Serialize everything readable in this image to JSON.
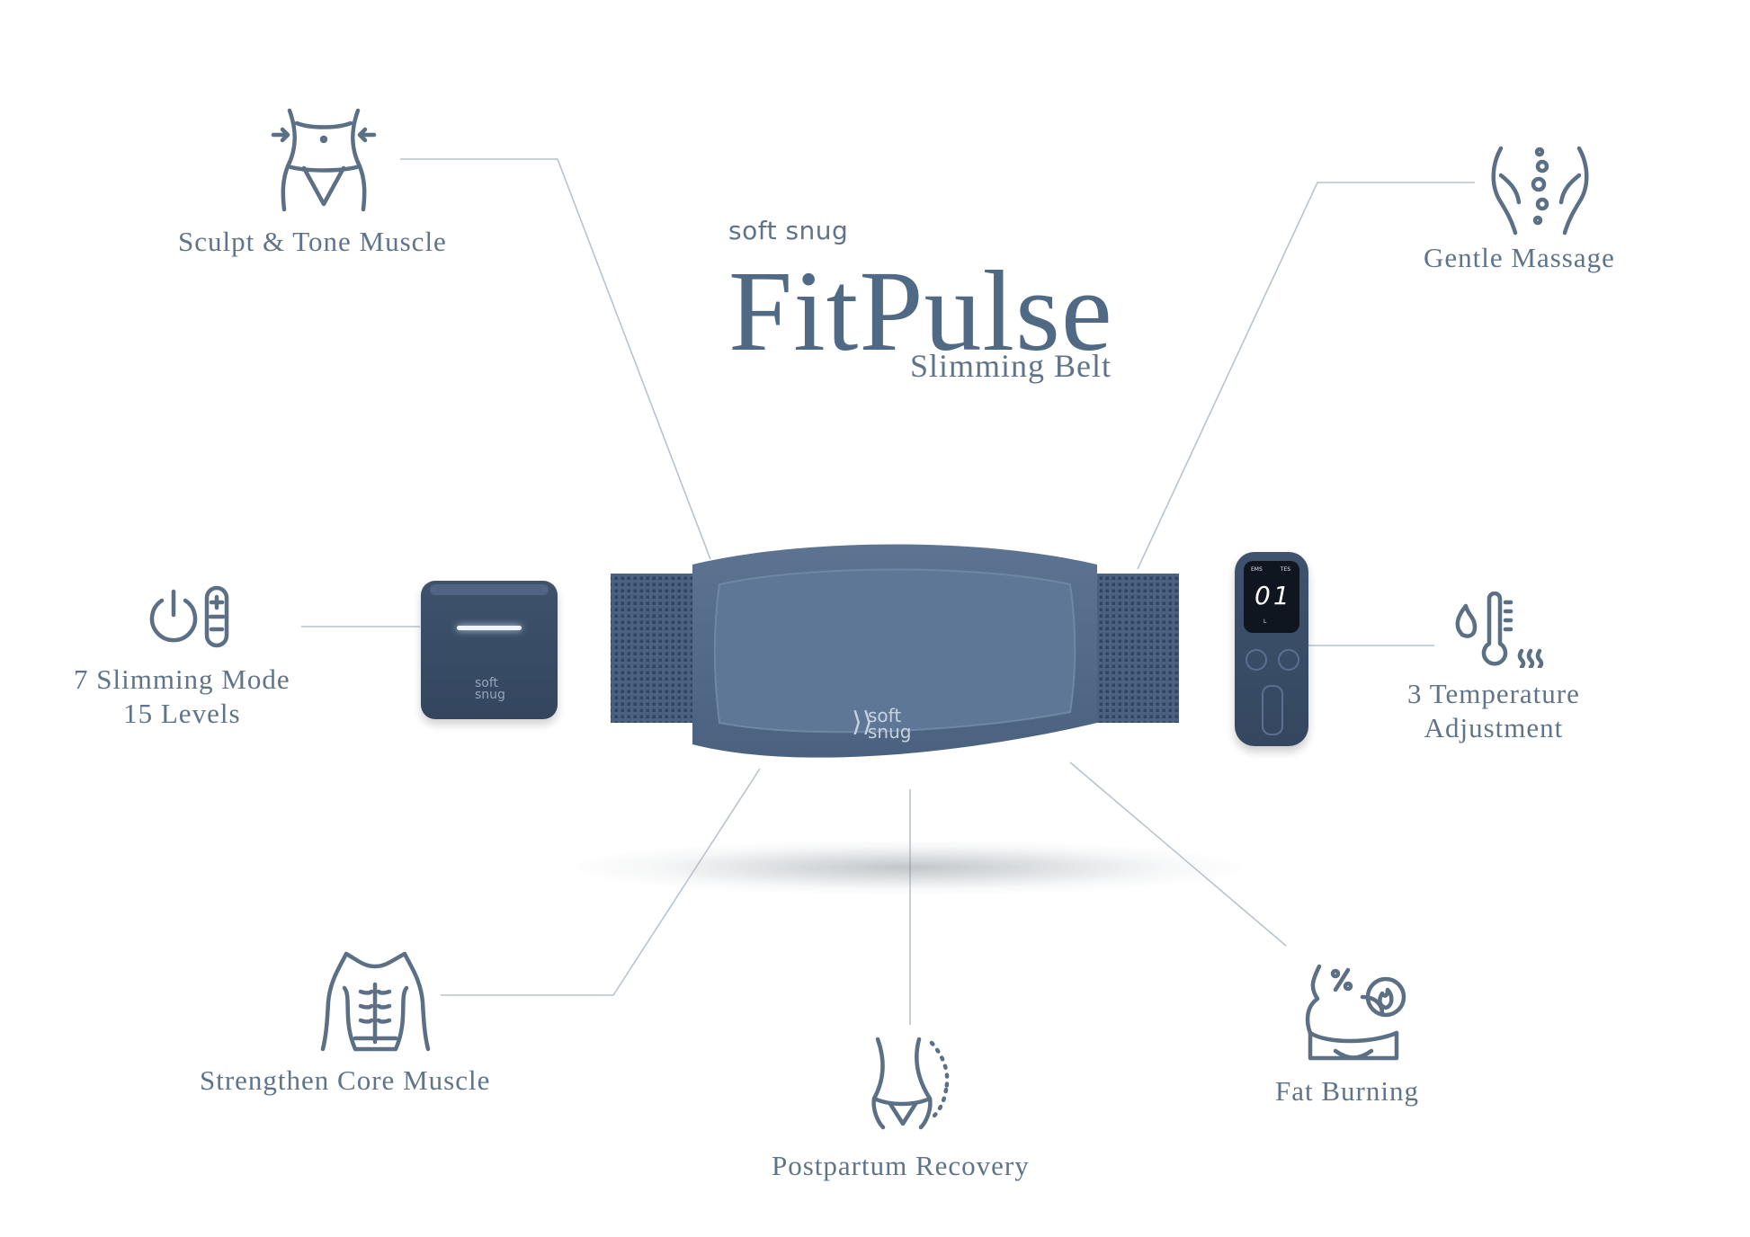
{
  "brand": {
    "company": "soft snug",
    "product": "FitPulse",
    "subtitle": "Slimming Belt"
  },
  "features": {
    "sculpt": "Sculpt & Tone Muscle",
    "massage": "Gentle Massage",
    "modes_line1": "7 Slimming Mode",
    "modes_line2": "15 Levels",
    "temp_line1": "3 Temperature",
    "temp_line2": "Adjustment",
    "core": "Strengthen Core Muscle",
    "postpartum": "Postpartum Recovery",
    "fat": "Fat Burning"
  },
  "device": {
    "logo_line1": "soft",
    "logo_line2": "snug",
    "remote_display": "01",
    "remote_mode_left": "EMS",
    "remote_mode_right": "TES",
    "remote_level": "L"
  },
  "colors": {
    "accent": "#506a85",
    "belt": "#4f6683",
    "text": "#5f7489"
  }
}
